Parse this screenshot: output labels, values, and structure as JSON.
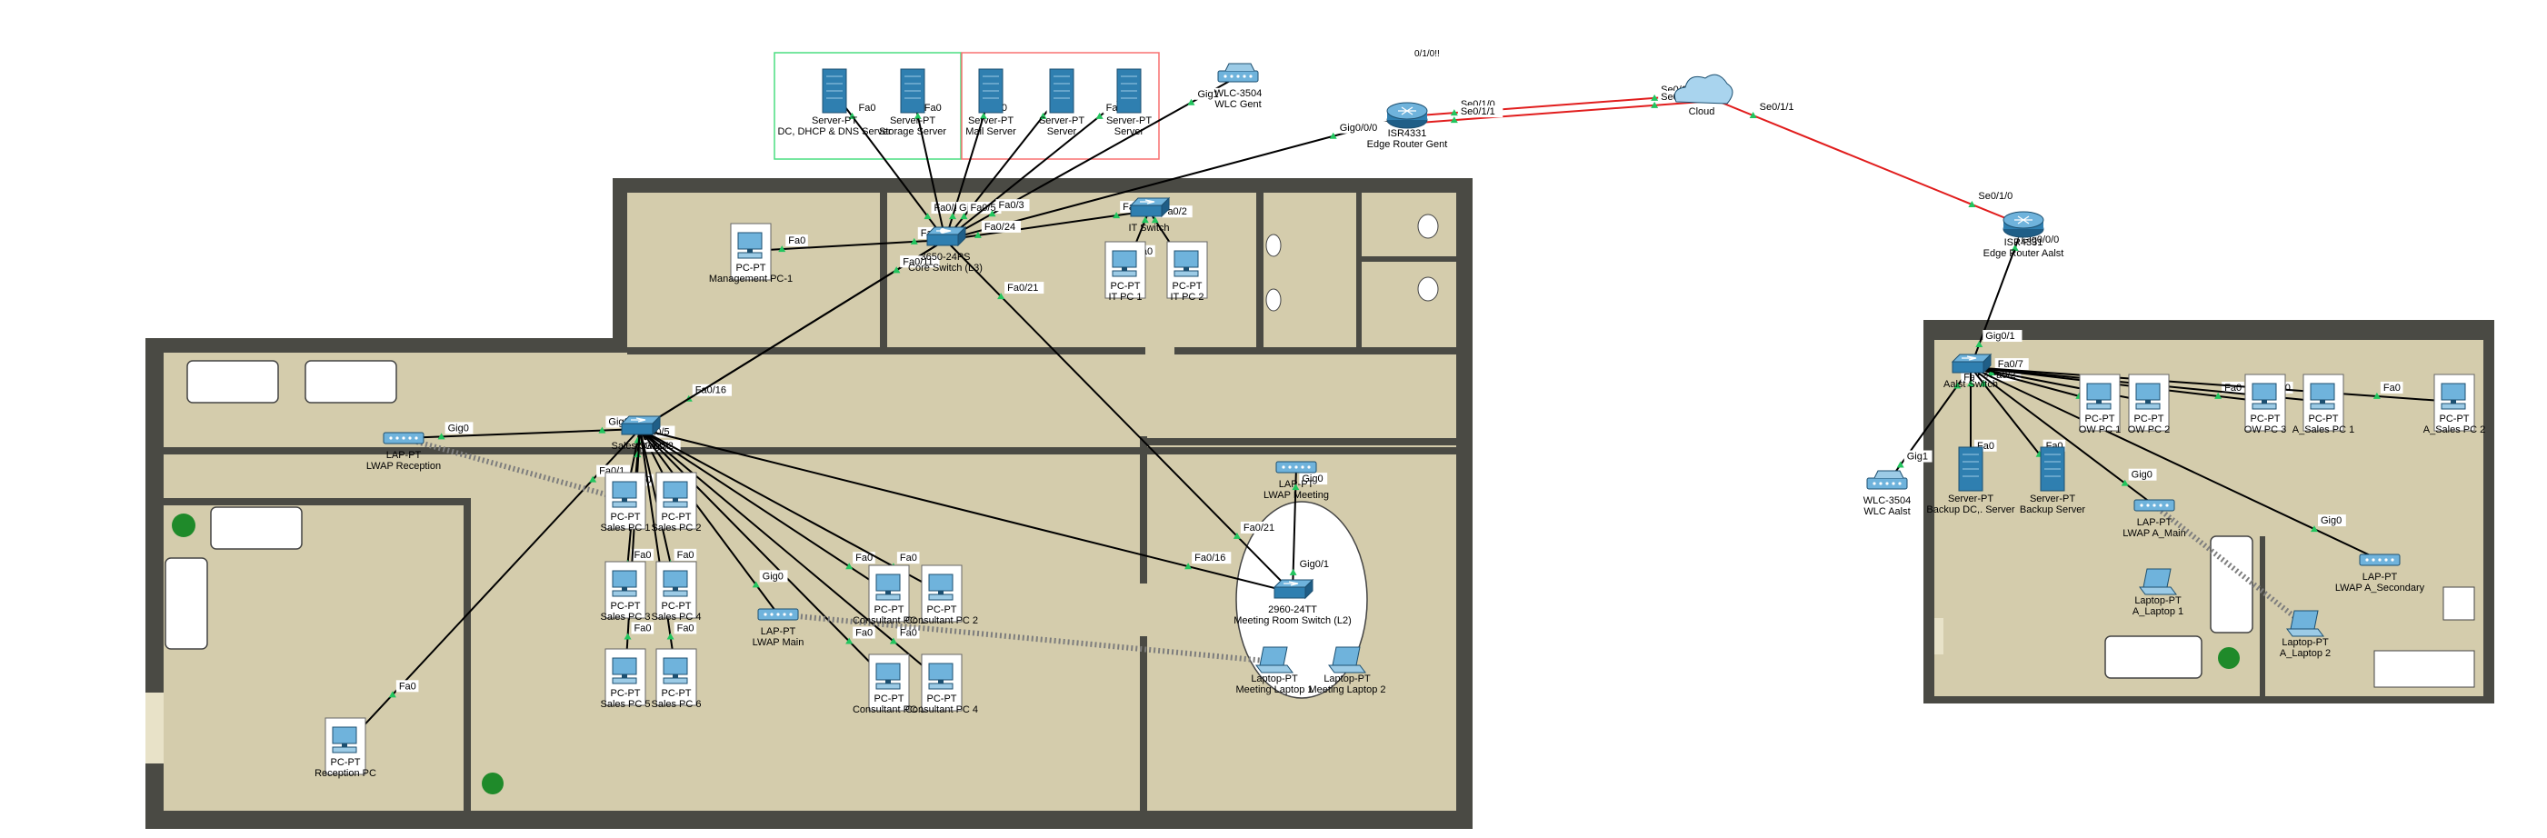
{
  "colors": {
    "floor": "#d4ccac",
    "wall": "#4a4a44",
    "copper": "#000000",
    "serial": "#e11d1d",
    "link_up": "#22c55e",
    "wireless": "#7d7d7d",
    "server_group_green": "#4ade80",
    "server_group_red": "#f87171",
    "device": "#2f7fb0"
  },
  "top_note": "0/1/0!!",
  "devices": [
    {
      "id": "srv_dc",
      "name": "Server-PT\nDC, DHCP & DNS Server",
      "icon": "server-icon"
    },
    {
      "id": "srv_storage",
      "name": "Server-PT\nStorage Server",
      "icon": "server-icon"
    },
    {
      "id": "srv_mail",
      "name": "Server-PT\nMail Server",
      "icon": "server-icon"
    },
    {
      "id": "srv_web",
      "name": "Server-PT\nServer",
      "icon": "server-icon"
    },
    {
      "id": "srv_other",
      "name": "Server-PT\nServer",
      "icon": "server-icon"
    },
    {
      "id": "wlc_gent",
      "name": "WLC-3504\nWLC Gent",
      "icon": "wlc-icon"
    },
    {
      "id": "edge_router",
      "name": "ISR4331\nEdge Router Gent",
      "icon": "router-icon"
    },
    {
      "id": "cloud",
      "name": "Cloud",
      "icon": "cloud-icon"
    },
    {
      "id": "aalst_router",
      "name": "ISR4331\nEdge Router Aalst",
      "icon": "router-icon"
    },
    {
      "id": "core_switch",
      "name": "3650-24PS\nCore Switch (L3)",
      "icon": "multilayer-switch-icon"
    },
    {
      "id": "it_switch",
      "name": "IT Switch",
      "icon": "switch-icon"
    },
    {
      "id": "mgmt_pc",
      "name": "PC-PT\nManagement PC-1",
      "icon": "pc-icon"
    },
    {
      "id": "it_pc1",
      "name": "PC-PT\nIT PC 1",
      "icon": "pc-icon"
    },
    {
      "id": "it_pc2",
      "name": "PC-PT\nIT PC 2",
      "icon": "pc-icon"
    },
    {
      "id": "sales_switch",
      "name": "Sales Switch",
      "icon": "switch-icon"
    },
    {
      "id": "lwap_reception",
      "name": "LAP-PT\nLWAP Reception",
      "icon": "ap-icon"
    },
    {
      "id": "lwap_main",
      "name": "LAP-PT\nLWAP Main",
      "icon": "ap-icon"
    },
    {
      "id": "lwap_meeting",
      "name": "LAP-PT\nLWAP Meeting",
      "icon": "ap-icon"
    },
    {
      "id": "meeting_switch",
      "name": "2960-24TT\nMeeting Room Switch (L2)",
      "icon": "switch-icon"
    },
    {
      "id": "sales_pc1",
      "name": "PC-PT\nSales PC 1",
      "icon": "pc-icon"
    },
    {
      "id": "sales_pc2",
      "name": "PC-PT\nSales PC 2",
      "icon": "pc-icon"
    },
    {
      "id": "sales_pc3",
      "name": "PC-PT\nSales PC 3",
      "icon": "pc-icon"
    },
    {
      "id": "sales_pc4",
      "name": "PC-PT\nSales PC 4",
      "icon": "pc-icon"
    },
    {
      "id": "sales_pc5",
      "name": "PC-PT\nSales PC 5",
      "icon": "pc-icon"
    },
    {
      "id": "sales_pc6",
      "name": "PC-PT\nSales PC 6",
      "icon": "pc-icon"
    },
    {
      "id": "cons_pc1",
      "name": "PC-PT\nConsultant PC 1",
      "icon": "pc-icon"
    },
    {
      "id": "cons_pc2",
      "name": "PC-PT\nConsultant PC 2",
      "icon": "pc-icon"
    },
    {
      "id": "cons_pc3",
      "name": "PC-PT\nConsultant PC 3",
      "icon": "pc-icon"
    },
    {
      "id": "cons_pc4",
      "name": "PC-PT\nConsultant PC 4",
      "icon": "pc-icon"
    },
    {
      "id": "reception_pc",
      "name": "PC-PT\nReception PC",
      "icon": "pc-icon"
    },
    {
      "id": "meeting_laptop1",
      "name": "Laptop-PT\nMeeting Laptop 1",
      "icon": "laptop-icon"
    },
    {
      "id": "meeting_laptop2",
      "name": "Laptop-PT\nMeeting Laptop 2",
      "icon": "laptop-icon"
    },
    {
      "id": "aalst_switch",
      "name": "Aalst Switch",
      "icon": "switch-icon"
    },
    {
      "id": "wlc_aalst",
      "name": "WLC-3504\nWLC Aalst",
      "icon": "wlc-icon"
    },
    {
      "id": "backup_dc",
      "name": "Server-PT\nBackup DC,. Server",
      "icon": "server-icon"
    },
    {
      "id": "backup_srv",
      "name": "Server-PT\nBackup Server",
      "icon": "server-icon"
    },
    {
      "id": "ow_pc1",
      "name": "PC-PT\nOW PC 1",
      "icon": "pc-icon"
    },
    {
      "id": "ow_pc2",
      "name": "PC-PT\nOW PC 2",
      "icon": "pc-icon"
    },
    {
      "id": "ow_pc3",
      "name": "PC-PT\nOW PC 3",
      "icon": "pc-icon"
    },
    {
      "id": "a_sales_pc1",
      "name": "PC-PT\nA_Sales PC 1",
      "icon": "pc-icon"
    },
    {
      "id": "a_sales_pc2",
      "name": "PC-PT\nA_Sales PC 2",
      "icon": "pc-icon"
    },
    {
      "id": "lwap_a_main",
      "name": "LAP-PT\nLWAP A_Main",
      "icon": "ap-icon"
    },
    {
      "id": "lwap_a_secondary",
      "name": "LAP-PT\nLWAP A_Secondary",
      "icon": "ap-icon"
    },
    {
      "id": "a_laptop1",
      "name": "Laptop-PT\nA_Laptop 1",
      "icon": "laptop-icon"
    },
    {
      "id": "a_laptop2",
      "name": "Laptop-PT\nA_Laptop 2",
      "icon": "laptop-icon"
    }
  ],
  "links": [
    {
      "from": "srv_dc",
      "to": "core_switch",
      "type": "copper",
      "label_a": "Fa0",
      "label_b": "Fa0/2"
    },
    {
      "from": "srv_storage",
      "to": "core_switch",
      "type": "copper",
      "label_a": "Fa0",
      "label_b": ""
    },
    {
      "from": "srv_mail",
      "to": "core_switch",
      "type": "copper",
      "label_a": "Fa0",
      "label_b": "Gig0/1"
    },
    {
      "from": "srv_web",
      "to": "core_switch",
      "type": "copper",
      "label_a": "Fa0",
      "label_b": "Fa0/5"
    },
    {
      "from": "srv_other",
      "to": "core_switch",
      "type": "copper",
      "label_a": "Fa0",
      "label_b": ""
    },
    {
      "from": "wlc_gent",
      "to": "core_switch",
      "type": "copper",
      "label_a": "Gig1",
      "label_b": "Fa0/3"
    },
    {
      "from": "edge_router",
      "to": "core_switch",
      "type": "copper",
      "label_a": "Gig0/0/0",
      "label_b": ""
    },
    {
      "from": "edge_router",
      "to": "cloud",
      "type": "serial",
      "label_a": "Se0/1/0",
      "label_b": "Se0/1/0"
    },
    {
      "from": "edge_router",
      "to": "cloud",
      "type": "serial",
      "label_a": "Se0/1/1",
      "label_b": "Se0/2/0"
    },
    {
      "from": "cloud",
      "to": "aalst_router",
      "type": "serial",
      "label_a": "Se0/1/1",
      "label_b": "Se0/1/0"
    },
    {
      "from": "mgmt_pc",
      "to": "core_switch",
      "type": "copper",
      "label_a": "Fa0",
      "label_b": "Fa0/6"
    },
    {
      "from": "core_switch",
      "to": "it_switch",
      "type": "copper",
      "label_a": "Fa0/24",
      "label_b": "Fa0/24"
    },
    {
      "from": "it_switch",
      "to": "it_pc1",
      "type": "copper",
      "label_a": "Fa0/1",
      "label_b": "Fa0"
    },
    {
      "from": "it_switch",
      "to": "it_pc2",
      "type": "copper",
      "label_a": "Fa0/2",
      "label_b": "Fa0"
    },
    {
      "from": "core_switch",
      "to": "sales_switch",
      "type": "copper",
      "label_a": "Fa0/10",
      "label_b": "Fa0/16"
    },
    {
      "from": "core_switch",
      "to": "sales_switch",
      "type": "copper",
      "label_a": "Fa0/11",
      "label_b": ""
    },
    {
      "from": "core_switch",
      "to": "meeting_switch",
      "type": "copper",
      "label_a": "Fa0/21",
      "label_b": "Fa0/21"
    },
    {
      "from": "sales_switch",
      "to": "lwap_reception",
      "type": "copper",
      "label_a": "Gig0/1",
      "label_b": "Gig0"
    },
    {
      "from": "sales_switch",
      "to": "reception_pc",
      "type": "copper",
      "label_a": "Fa0/1",
      "label_b": "Fa0"
    },
    {
      "from": "sales_switch",
      "to": "sales_pc1",
      "type": "copper",
      "label_a": "Fa0/5",
      "label_b": "Fa0"
    },
    {
      "from": "sales_switch",
      "to": "sales_pc2",
      "type": "copper",
      "label_a": "",
      "label_b": "Fa0"
    },
    {
      "from": "sales_switch",
      "to": "sales_pc3",
      "type": "copper",
      "label_a": "Gig0/2",
      "label_b": "Fa0"
    },
    {
      "from": "sales_switch",
      "to": "sales_pc4",
      "type": "copper",
      "label_a": "",
      "label_b": "Fa0"
    },
    {
      "from": "sales_switch",
      "to": "sales_pc5",
      "type": "copper",
      "label_a": "",
      "label_b": "Fa0"
    },
    {
      "from": "sales_switch",
      "to": "sales_pc6",
      "type": "copper",
      "label_a": "",
      "label_b": "Fa0"
    },
    {
      "from": "sales_switch",
      "to": "cons_pc1",
      "type": "copper",
      "label_a": "",
      "label_b": "Fa0"
    },
    {
      "from": "sales_switch",
      "to": "cons_pc2",
      "type": "copper",
      "label_a": "",
      "label_b": "Fa0"
    },
    {
      "from": "sales_switch",
      "to": "cons_pc3",
      "type": "copper",
      "label_a": "",
      "label_b": "Fa0"
    },
    {
      "from": "sales_switch",
      "to": "cons_pc4",
      "type": "copper",
      "label_a": "",
      "label_b": "Fa0"
    },
    {
      "from": "sales_switch",
      "to": "meeting_switch",
      "type": "copper",
      "label_a": "",
      "label_b": "Fa0/16"
    },
    {
      "from": "sales_switch",
      "to": "lwap_main",
      "type": "copper",
      "label_a": "",
      "label_b": "Gig0"
    },
    {
      "from": "meeting_switch",
      "to": "lwap_meeting",
      "type": "copper",
      "label_a": "Gig0/1",
      "label_b": "Gig0"
    },
    {
      "from": "aalst_router",
      "to": "aalst_switch",
      "type": "copper",
      "label_a": "Gig0/0/0",
      "label_b": "Gig0/1"
    },
    {
      "from": "aalst_switch",
      "to": "wlc_aalst",
      "type": "copper",
      "label_a": "Fa0/8",
      "label_b": "Gig1"
    },
    {
      "from": "aalst_switch",
      "to": "backup_dc",
      "type": "copper",
      "label_a": "Fa0/21",
      "label_b": "Fa0"
    },
    {
      "from": "aalst_switch",
      "to": "backup_srv",
      "type": "copper",
      "label_a": "Fa0/2",
      "label_b": "Fa0"
    },
    {
      "from": "aalst_switch",
      "to": "ow_pc1",
      "type": "copper",
      "label_a": "Fa0/7",
      "label_b": "Fa0"
    },
    {
      "from": "aalst_switch",
      "to": "ow_pc2",
      "type": "copper",
      "label_a": "",
      "label_b": ""
    },
    {
      "from": "aalst_switch",
      "to": "ow_pc3",
      "type": "copper",
      "label_a": "",
      "label_b": "Fa0"
    },
    {
      "from": "aalst_switch",
      "to": "a_sales_pc1",
      "type": "copper",
      "label_a": "",
      "label_b": "Fa0"
    },
    {
      "from": "aalst_switch",
      "to": "a_sales_pc2",
      "type": "copper",
      "label_a": "",
      "label_b": "Fa0"
    },
    {
      "from": "aalst_switch",
      "to": "lwap_a_main",
      "type": "copper",
      "label_a": "",
      "label_b": "Gig0"
    },
    {
      "from": "aalst_switch",
      "to": "lwap_a_secondary",
      "type": "copper",
      "label_a": "",
      "label_b": "Gig0"
    },
    {
      "from": "lwap_reception",
      "to": "sales_pc1",
      "type": "wireless",
      "label_a": "",
      "label_b": ""
    },
    {
      "from": "lwap_main",
      "to": "meeting_laptop1",
      "type": "wireless",
      "label_a": "",
      "label_b": ""
    },
    {
      "from": "lwap_a_main",
      "to": "a_laptop2",
      "type": "wireless",
      "label_a": "",
      "label_b": ""
    }
  ]
}
